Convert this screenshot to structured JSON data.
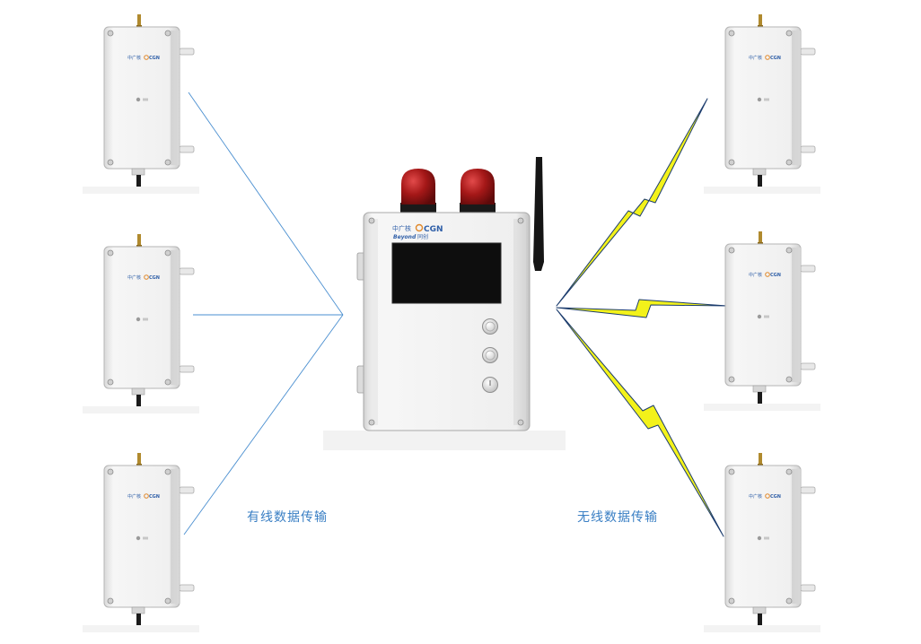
{
  "labels": {
    "wired": "有线数据传输",
    "wireless": "无线数据传输"
  },
  "controller": {
    "brand_text": "中广核",
    "brand_cgn": "CGN",
    "sub_brand": "Beyond",
    "sub_brand_cn": "同创"
  },
  "sensor": {
    "brand_text": "中广核",
    "brand_cgn": "CGN"
  },
  "colors": {
    "wire_line": "#4a8fd0",
    "lightning_fill": "#f3f21a",
    "lightning_edge": "#1d3d6e",
    "beacon_red": "#9e1416",
    "enclosure": "#f2f2f2",
    "screen": "#0e0e0e",
    "caption": "#3a7fc4"
  },
  "icons": [
    "antenna-icon",
    "beacon-light-icon",
    "power-button-icon",
    "round-button-icon",
    "brand-logo-icon"
  ]
}
